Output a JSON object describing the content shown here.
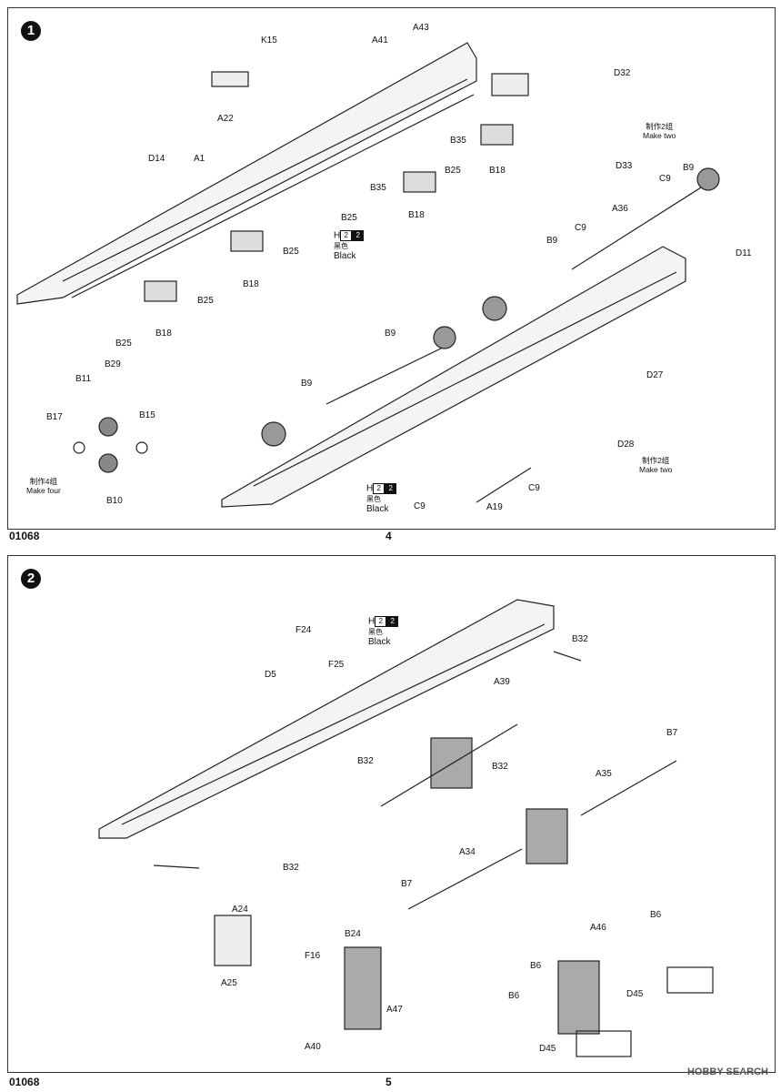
{
  "page1": {
    "step": "1",
    "catalog": "01068",
    "page_number": "4",
    "labels": {
      "K15": "K15",
      "A22": "A22",
      "A41": "A41",
      "A43": "A43",
      "B35a": "B35",
      "B35b": "B35",
      "D32": "D32",
      "D33": "D33",
      "D14": "D14",
      "A1": "A1",
      "B25a": "B25",
      "B25b": "B25",
      "B25c": "B25",
      "B25d": "B25",
      "B25e": "B25",
      "B18a": "B18",
      "B18b": "B18",
      "B18c": "B18",
      "B18d": "B18",
      "C9a": "C9",
      "C9b": "C9",
      "C9c": "C9",
      "C9d": "C9",
      "B9a": "B9",
      "B9b": "B9",
      "B9c": "B9",
      "B9d": "B9",
      "A36": "A36",
      "D11": "D11",
      "B29": "B29",
      "B11": "B11",
      "B17": "B17",
      "B15": "B15",
      "B10": "B10",
      "D27": "D27",
      "D28": "D28",
      "A19": "A19"
    },
    "notes": {
      "make_two_1_cn": "制作2组",
      "make_two_1_en": "Make two",
      "make_four_cn": "制作4组",
      "make_four_en": "Make four",
      "make_two_2_cn": "制作2组",
      "make_two_2_en": "Make two"
    },
    "paint": {
      "h": "H",
      "n1": "2",
      "n2": "2",
      "cn": "黑色",
      "en": "Black"
    }
  },
  "page2": {
    "step": "2",
    "catalog": "01068",
    "page_number": "5",
    "labels": {
      "F24": "F24",
      "F25": "F25",
      "D5": "D5",
      "B32a": "B32",
      "B32b": "B32",
      "B32c": "B32",
      "B32d": "B32",
      "A39": "A39",
      "B7a": "B7",
      "B7b": "B7",
      "A35": "A35",
      "A34": "A34",
      "A24": "A24",
      "A25": "A25",
      "B24": "B24",
      "F16": "F16",
      "A47": "A47",
      "A40": "A40",
      "A46": "A46",
      "B6a": "B6",
      "B6b": "B6",
      "B6c": "B6",
      "D45a": "D45",
      "D45b": "D45"
    },
    "paint": {
      "h": "H",
      "n1": "2",
      "n2": "2",
      "cn": "黑色",
      "en": "Black"
    }
  },
  "watermark": "HOBBY SEARCH"
}
